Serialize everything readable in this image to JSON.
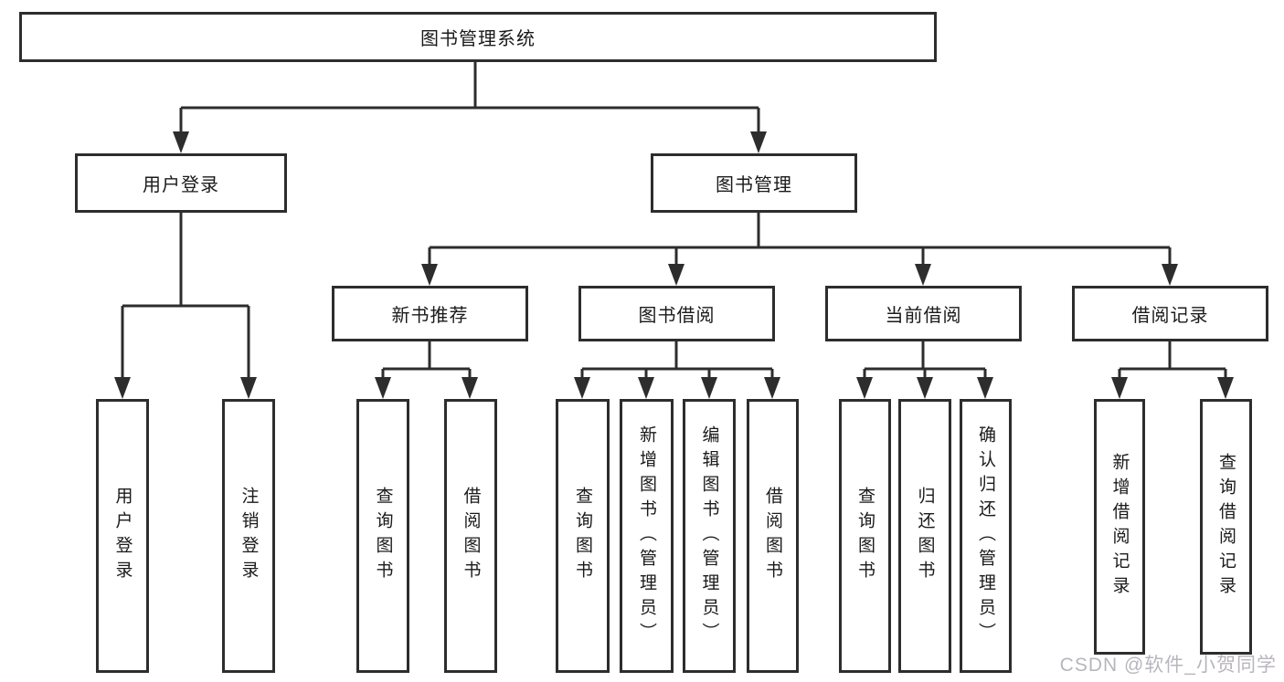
{
  "tree": {
    "label": "图书管理系统",
    "children": [
      {
        "label": "用户登录",
        "children": [
          {
            "label": "用户登录"
          },
          {
            "label": "注销登录"
          }
        ]
      },
      {
        "label": "图书管理",
        "children": [
          {
            "label": "新书推荐",
            "children": [
              {
                "label": "查询图书"
              },
              {
                "label": "借阅图书"
              }
            ]
          },
          {
            "label": "图书借阅",
            "children": [
              {
                "label": "查询图书"
              },
              {
                "label": "新增图书（管理员）"
              },
              {
                "label": "编辑图书（管理员）"
              },
              {
                "label": "借阅图书"
              }
            ]
          },
          {
            "label": "当前借阅",
            "children": [
              {
                "label": "查询图书"
              },
              {
                "label": "归还图书"
              },
              {
                "label": "确认归还（管理员）"
              }
            ]
          },
          {
            "label": "借阅记录",
            "children": [
              {
                "label": "新增借阅记录"
              },
              {
                "label": "查询借阅记录"
              }
            ]
          }
        ]
      }
    ]
  },
  "watermark": {
    "text": "CSDN @软件_小贺同学"
  },
  "colors": {
    "line": "#2d2d2d",
    "text": "#1a1a1a",
    "box_background": "#ffffff",
    "page_background": "#ffffff",
    "watermark": "#b8b5bd"
  }
}
